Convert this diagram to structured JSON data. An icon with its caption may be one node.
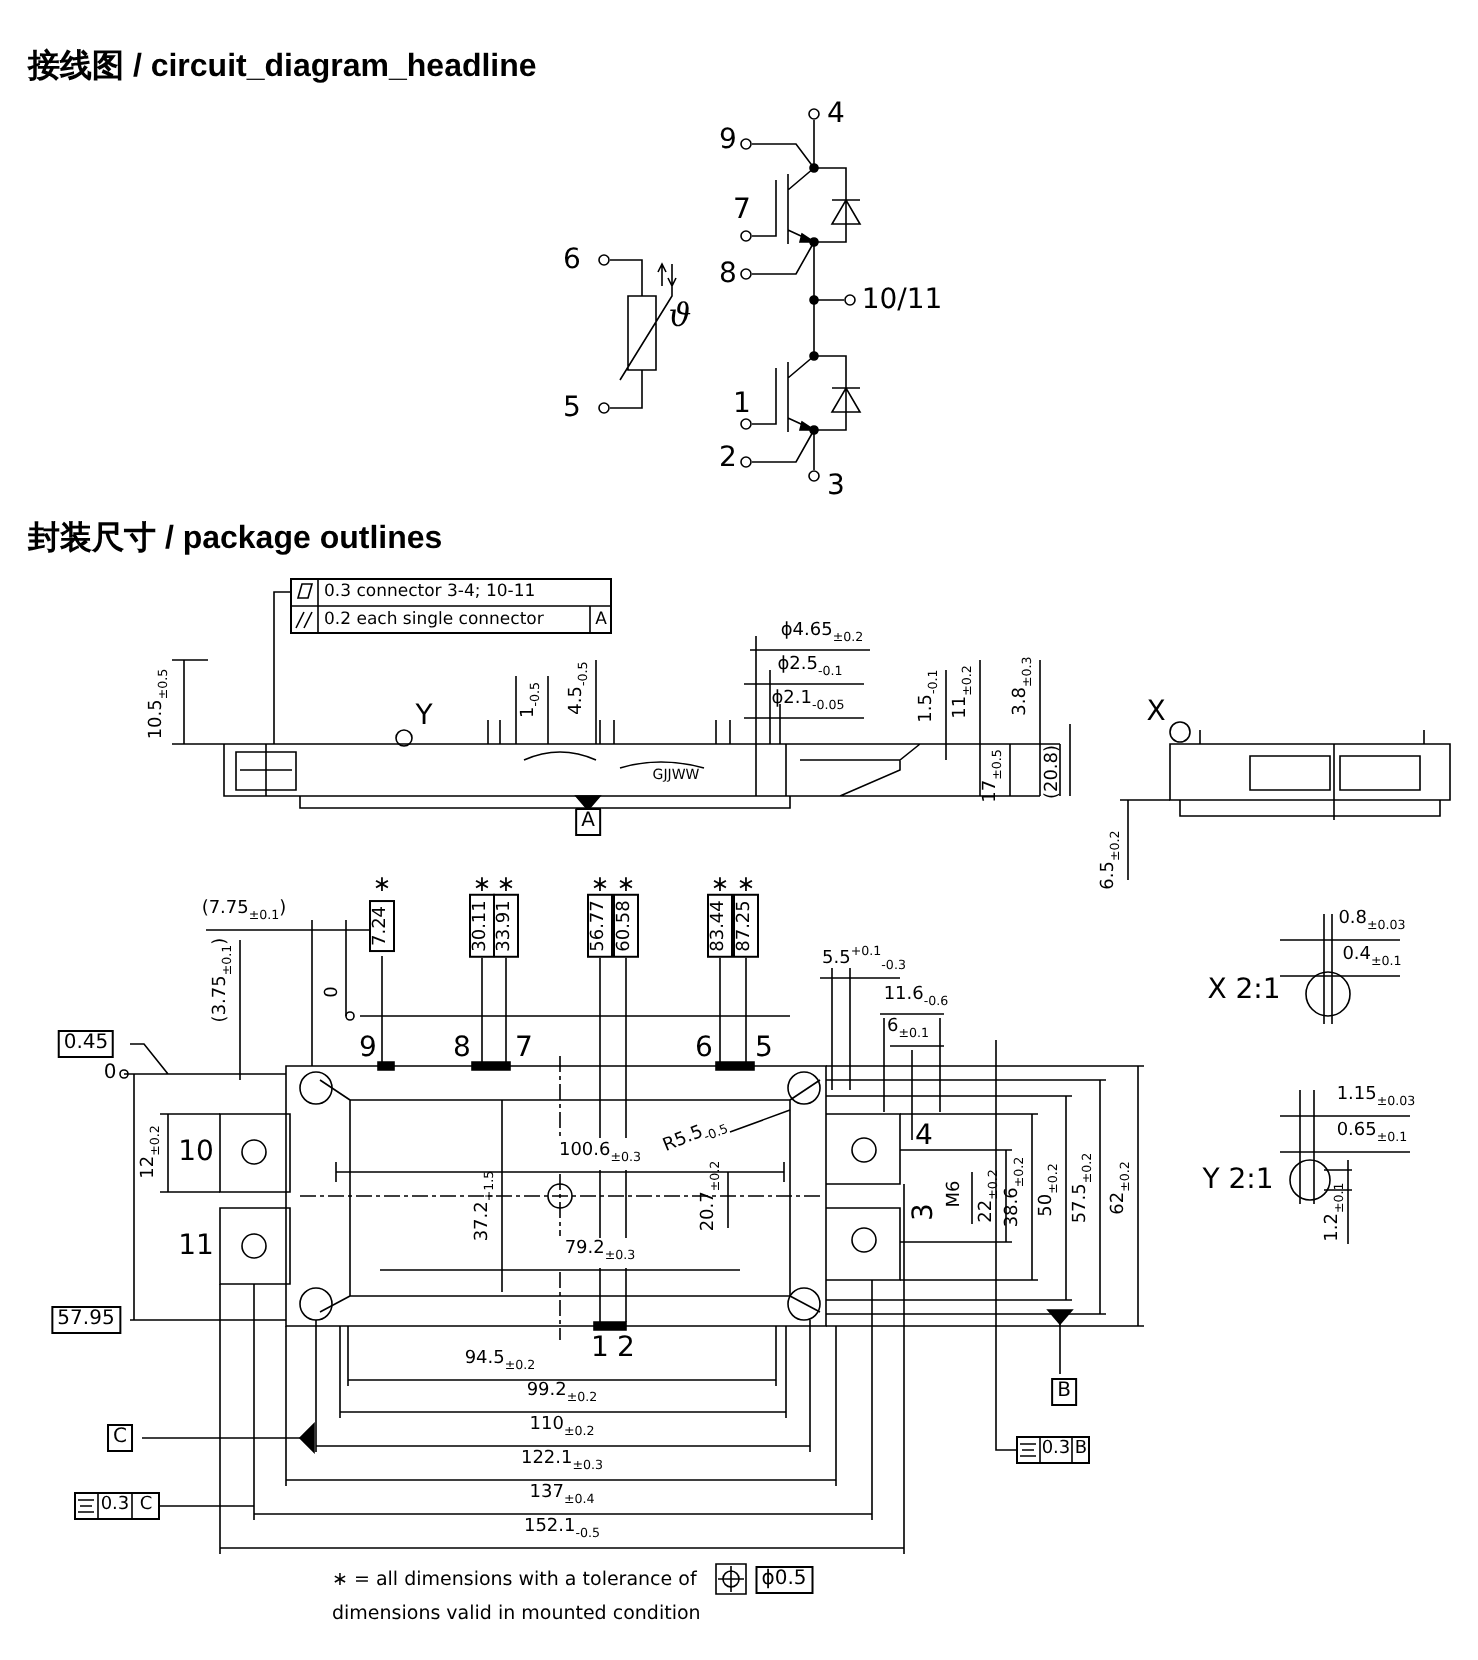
{
  "diagram": {
    "nodes": [
      {
        "text": [
          "0.3 connector 3-4; 10-11",
          "0.2 each single connector",
          "A"
        ]
      },
      {
        "text": [
          "0.3",
          "B"
        ]
      },
      {
        "text": [
          "0.3",
          "C"
        ]
      }
    ],
    "edges": [
      {
        "from": 0,
        "to": null,
        "arrow": "none"
      },
      {
        "from": 1,
        "to": null,
        "arrow": "none"
      },
      {
        "from": 2,
        "to": null,
        "arrow": "none"
      }
    ],
    "labels": [
      "接线图 / circuit_diagram_headline",
      "4",
      "9",
      "7",
      "8",
      "10/11",
      "6",
      "ϑ",
      "5",
      "1",
      "2",
      "3",
      "封装尺寸 / package outlines",
      "10.5$_{±0.5}$",
      "Y",
      "1$_{-0.5}$",
      "4.5$_{-0.5}$",
      "ϕ4.65$_{±0.2}$",
      "ϕ2.5$_{-0.1}$",
      "ϕ2.1$_{-0.05}$",
      "1.5$_{-0.1}$",
      "11$_{±0.2}$",
      "3.8$_{±0.3}$",
      "X",
      "GJJWW",
      "17$_{±0.5}$",
      "(20.8)",
      "A",
      "6.5$_{±0.2}$",
      "(7.75$_{±0.1}$)",
      "∗",
      "∗",
      "∗",
      "∗",
      "∗",
      "∗",
      "∗",
      "7.24",
      "30.11",
      "33.91",
      "56.77",
      "60.58",
      "83.44",
      "87.25",
      "5.5$^{+0.1}$$_{-0.3}$",
      "0",
      "(3.75$_{±0.1}$)",
      "11.6$_{-0.6}$",
      "6$_{±0.1}$",
      "0.8$_{±0.03}$",
      "X 2:1",
      "0.4$_{±0.1}$",
      "0.45",
      "0",
      "9",
      "8",
      "7",
      "6",
      "5",
      "1.15$_{±0.03}$",
      "4",
      "0.65$_{±0.1}$",
      "10",
      "12$_{±0.2}$",
      "100.6$_{±0.3}$",
      "R5.5$_{-0.5}$",
      "Y 2:1",
      "37.2$_{+1.5}$",
      "20.7$_{±0.2}$",
      "M6",
      "3",
      "22$_{±0.2}$",
      "38.6$_{±0.2}$",
      "50$_{±0.2}$",
      "57.5$_{±0.2}$",
      "62$_{±0.2}$",
      "11",
      "79.2$_{±0.3}$",
      "1.2$_{±0.1}$",
      "57.95",
      "1",
      "2",
      "94.5$_{±0.2}$",
      "99.2$_{±0.2}$",
      "B",
      "C",
      "110$_{±0.2}$",
      "122.1$_{±0.3}$",
      "137$_{±0.4}$",
      "152.1$_{-0.5}$",
      "∗ = all dimensions with a tolerance of",
      "ϕ0.5",
      "dimensions valid in mounted condition"
    ]
  }
}
